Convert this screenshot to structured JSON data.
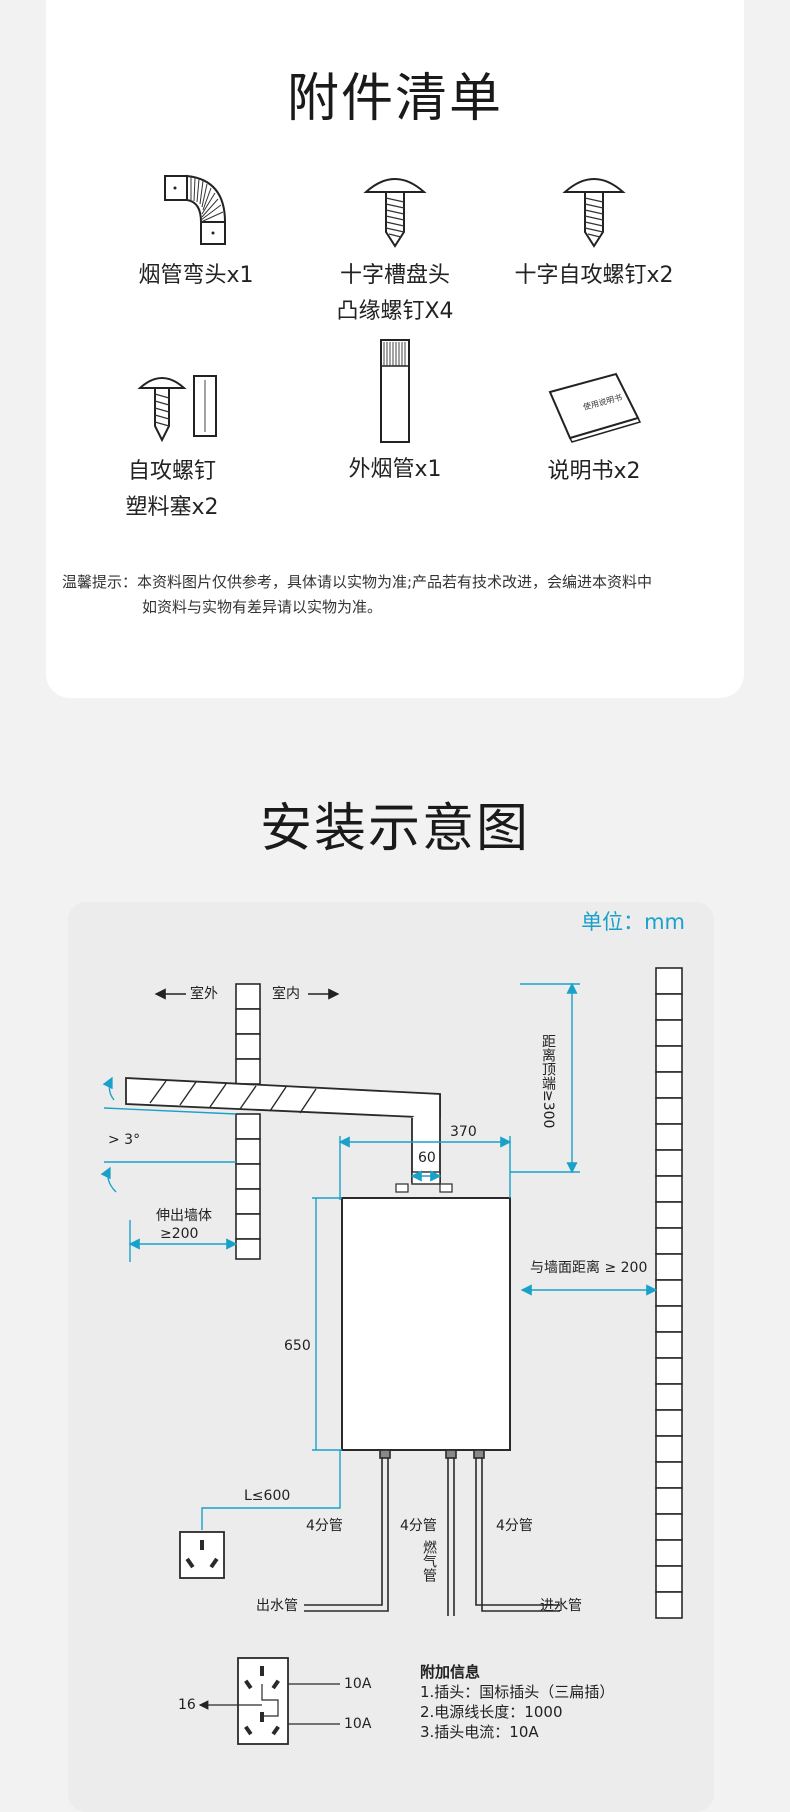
{
  "accessories": {
    "title": "附件清单",
    "items": [
      {
        "icon": "elbow-pipe-icon",
        "label_1": "烟管弯头x1",
        "label_2": ""
      },
      {
        "icon": "pan-head-screw-icon",
        "label_1": "十字槽盘头",
        "label_2": "凸缘螺钉X4"
      },
      {
        "icon": "self-tapping-screw-icon",
        "label_1": "十字自攻螺钉x2",
        "label_2": ""
      },
      {
        "icon": "screw-and-anchor-icon",
        "label_1": "自攻螺钉",
        "label_2": "塑料塞x2"
      },
      {
        "icon": "outer-flue-pipe-icon",
        "label_1": "外烟管x1",
        "label_2": ""
      },
      {
        "icon": "manual-booklet-icon",
        "label_1": "说明书x2",
        "label_2": ""
      }
    ],
    "manual_cover_text": "使用说明书",
    "tip_line_1": "温馨提示：本资料图片仅供参考，具体请以实物为准;产品若有技术改进，会编进本资料中",
    "tip_line_2": "如资料与实物有差异请以实物为准。"
  },
  "installation": {
    "title": "安装示意图",
    "unit": "单位：mm",
    "outdoor": "室外",
    "indoor": "室内",
    "angle": "> 3°",
    "dim_60": "60",
    "dim_370": "370",
    "top_clearance": "距离顶端≥300",
    "extend_wall_1": "伸出墙体",
    "extend_wall_2": "≥200",
    "wall_distance": "与墙面距离 ≥ 200",
    "dim_650": "650",
    "cable_length": "L≤600",
    "pipe_left": "4分管",
    "pipe_mid": "4分管",
    "pipe_right": "4分管",
    "gas_pipe": "燃气管",
    "outlet_pipe": "出水管",
    "inlet_pipe": "进水管",
    "plug_16": "16",
    "plug_10a_top": "10A",
    "plug_10a_bottom": "10A"
  },
  "additional_info": {
    "title": "附加信息",
    "line_1": "1.插头：国标插头（三扁插）",
    "line_2": "2.电源线长度：1000",
    "line_3": "3.插头电流：10A"
  },
  "colors": {
    "dimension_line": "#1aa1c9",
    "unit_text": "#1aa1c9",
    "outline": "#2a2a2a",
    "card_bg": "#ffffff",
    "diagram_bg": "#ececec"
  }
}
